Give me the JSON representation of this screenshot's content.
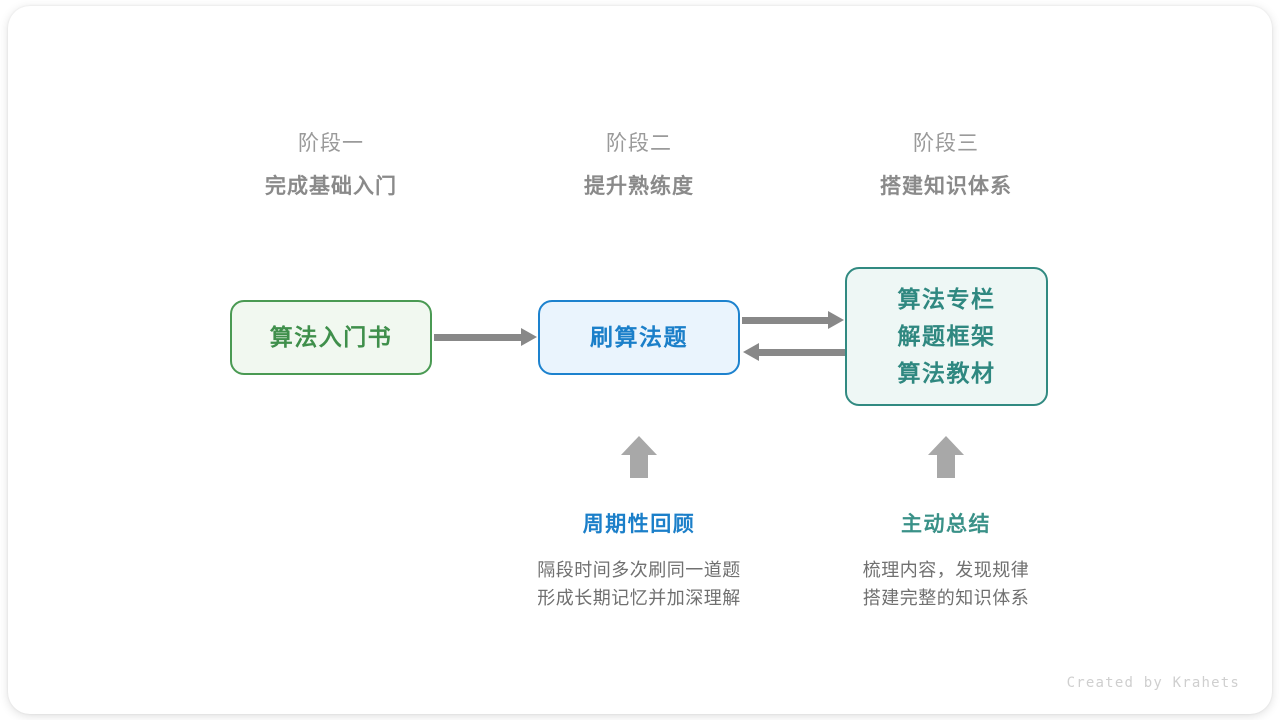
{
  "diagram": {
    "type": "flow",
    "stages": [
      {
        "index_label": "阶段一",
        "title": "完成基础入门"
      },
      {
        "index_label": "阶段二",
        "title": "提升熟练度"
      },
      {
        "index_label": "阶段三",
        "title": "搭建知识体系"
      }
    ],
    "nodes": [
      {
        "id": "book",
        "lines": [
          "算法入门书"
        ],
        "border_color": "#4a9a53",
        "fill_color": "#f1f8f0",
        "text_color": "#3f8f4b"
      },
      {
        "id": "practice",
        "lines": [
          "刷算法题"
        ],
        "border_color": "#1d82ce",
        "fill_color": "#eaf4fd",
        "text_color": "#1b7fc9"
      },
      {
        "id": "resources",
        "lines": [
          "算法专栏",
          "解题框架",
          "算法教材"
        ],
        "border_color": "#318a81",
        "fill_color": "#eef7f5",
        "text_color": "#2f8880"
      }
    ],
    "edges": [
      {
        "from": "book",
        "to": "practice",
        "direction": "right",
        "color": "#888888"
      },
      {
        "from": "practice",
        "to": "resources",
        "direction": "right",
        "color": "#888888"
      },
      {
        "from": "resources",
        "to": "practice",
        "direction": "left",
        "color": "#888888"
      }
    ],
    "annotations": [
      {
        "id": "review",
        "title": "周期性回顾",
        "title_color": "#1b7fc9",
        "body_lines": [
          "隔段时间多次刷同一道题",
          "形成长期记忆并加深理解"
        ],
        "arrow": "up-arrow-icon"
      },
      {
        "id": "summary",
        "title": "主动总结",
        "title_color": "#3a9188",
        "body_lines": [
          "梳理内容，发现规律",
          "搭建完整的知识体系"
        ],
        "arrow": "up-arrow-icon"
      }
    ]
  },
  "watermark": "Created by Krahets"
}
